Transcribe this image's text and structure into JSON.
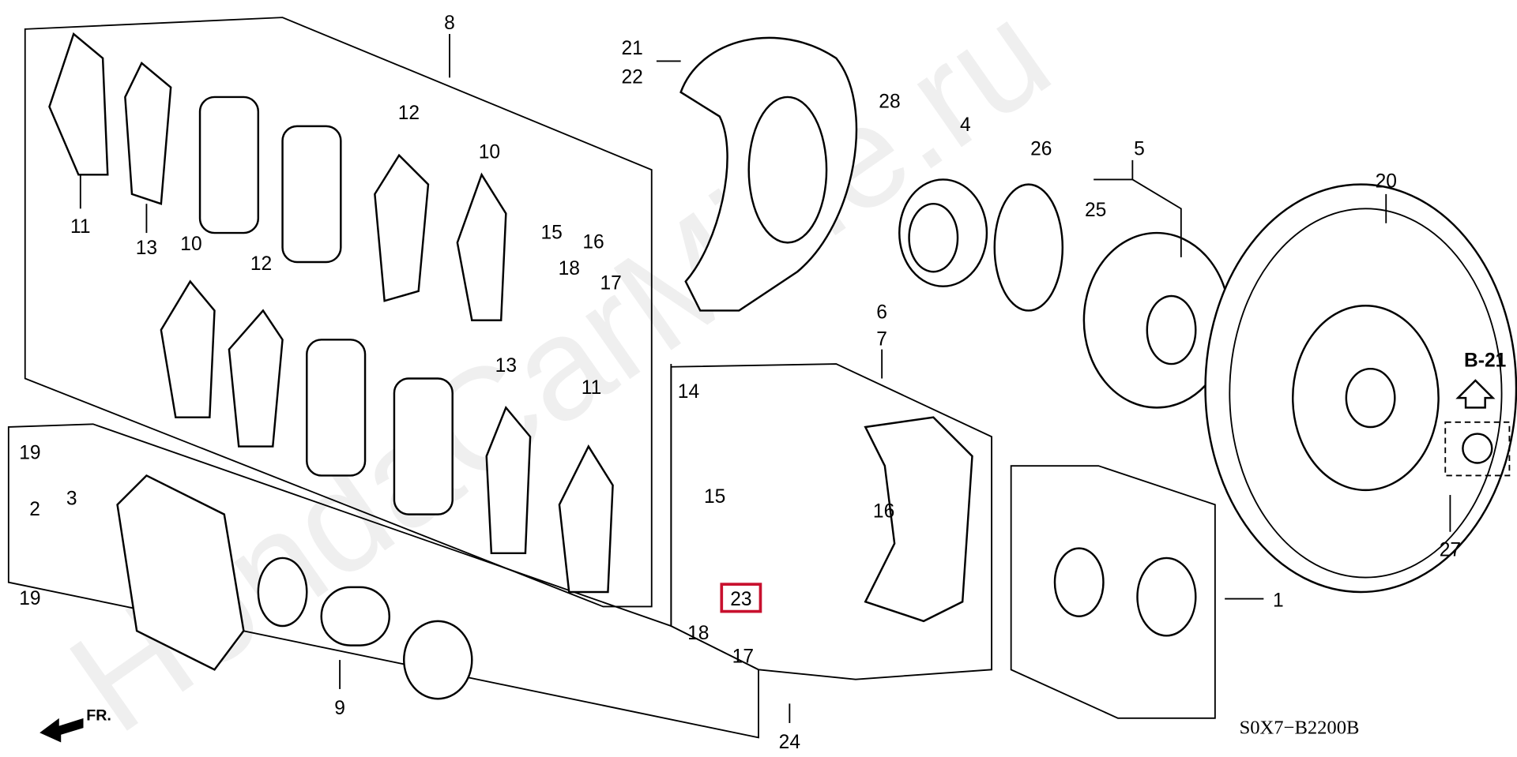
{
  "watermark": "HondaCarMine.ru",
  "diagram_code": "S0X7−B2200B",
  "reference": "B-21",
  "direction": "FR.",
  "colors": {
    "highlight": "#c8102e",
    "line": "#000000",
    "watermark": "#e9e9e9"
  },
  "callouts": {
    "c8": "8",
    "c11a": "11",
    "c13a": "13",
    "c10a": "10",
    "c12a": "12",
    "c12b": "12",
    "c10b": "10",
    "c15a": "15",
    "c16a": "16",
    "c18a": "18",
    "c17a": "17",
    "c13b": "13",
    "c11b": "11",
    "c21": "21",
    "c22": "22",
    "c28": "28",
    "c4": "4",
    "c26": "26",
    "c5": "5",
    "c25": "25",
    "c20": "20",
    "c6": "6",
    "c7": "7",
    "c14": "14",
    "c15b": "15",
    "c16b": "16",
    "c23": "23",
    "c18b": "18",
    "c17b": "17",
    "c24": "24",
    "c9": "9",
    "c19a": "19",
    "c2": "2",
    "c3": "3",
    "c19b": "19",
    "c1": "1",
    "c27": "27"
  }
}
